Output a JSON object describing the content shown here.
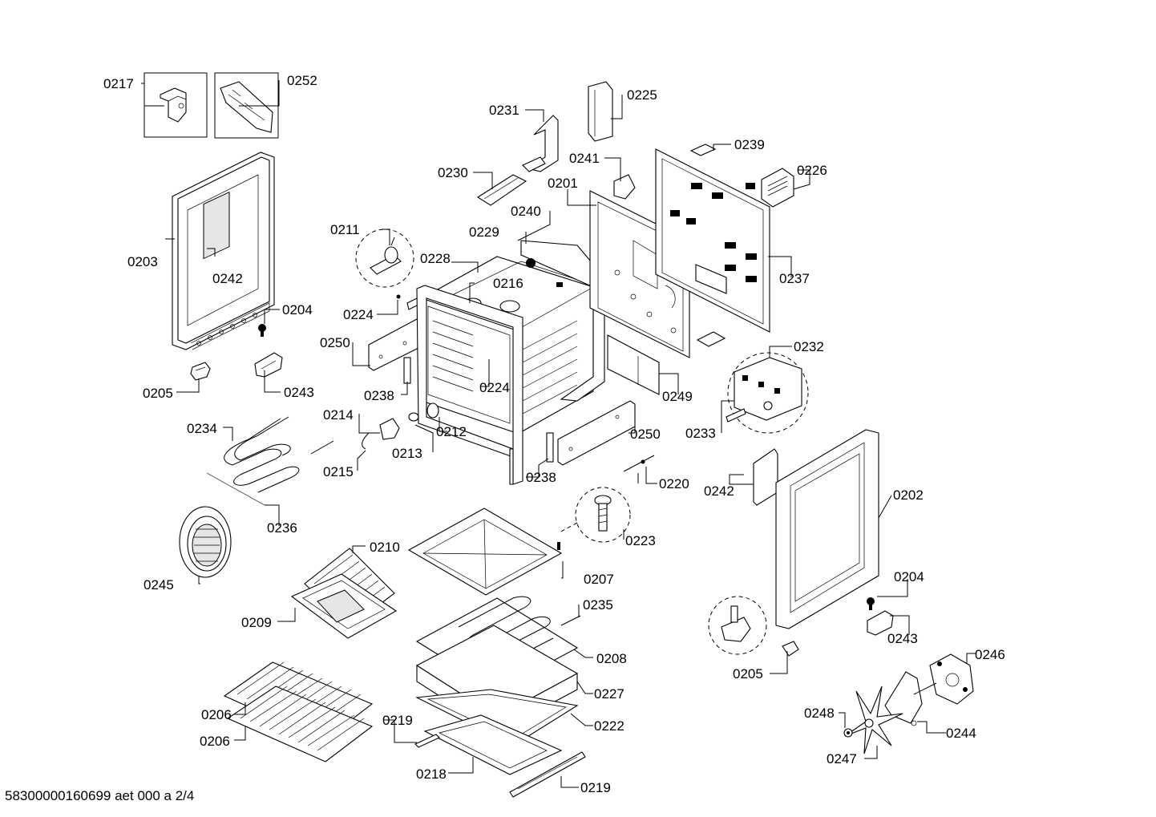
{
  "diagram": {
    "document_id": "58300000160699 aet 000 a 2/4",
    "labels": {
      "0201": "0201",
      "0202": "0202",
      "0203": "0203",
      "0204": "0204",
      "0205": "0205",
      "0206": "0206",
      "0207": "0207",
      "0208": "0208",
      "0209": "0209",
      "0210": "0210",
      "0211": "0211",
      "0212": "0212",
      "0213": "0213",
      "0214": "0214",
      "0215": "0215",
      "0216": "0216",
      "0217": "0217",
      "0218": "0218",
      "0219": "0219",
      "0220": "0220",
      "0222": "0222",
      "0223": "0223",
      "0224": "0224",
      "0225": "0225",
      "0226": "0226",
      "0227": "0227",
      "0228": "0228",
      "0229": "0229",
      "0230": "0230",
      "0231": "0231",
      "0232": "0232",
      "0233": "0233",
      "0234": "0234",
      "0235": "0235",
      "0236": "0236",
      "0237": "0237",
      "0238": "0238",
      "0239": "0239",
      "0240": "0240",
      "0241": "0241",
      "0242": "0242",
      "0243": "0243",
      "0244": "0244",
      "0245": "0245",
      "0246": "0246",
      "0247": "0247",
      "0248": "0248",
      "0249": "0249",
      "0250": "0250",
      "0252": "0252"
    }
  }
}
